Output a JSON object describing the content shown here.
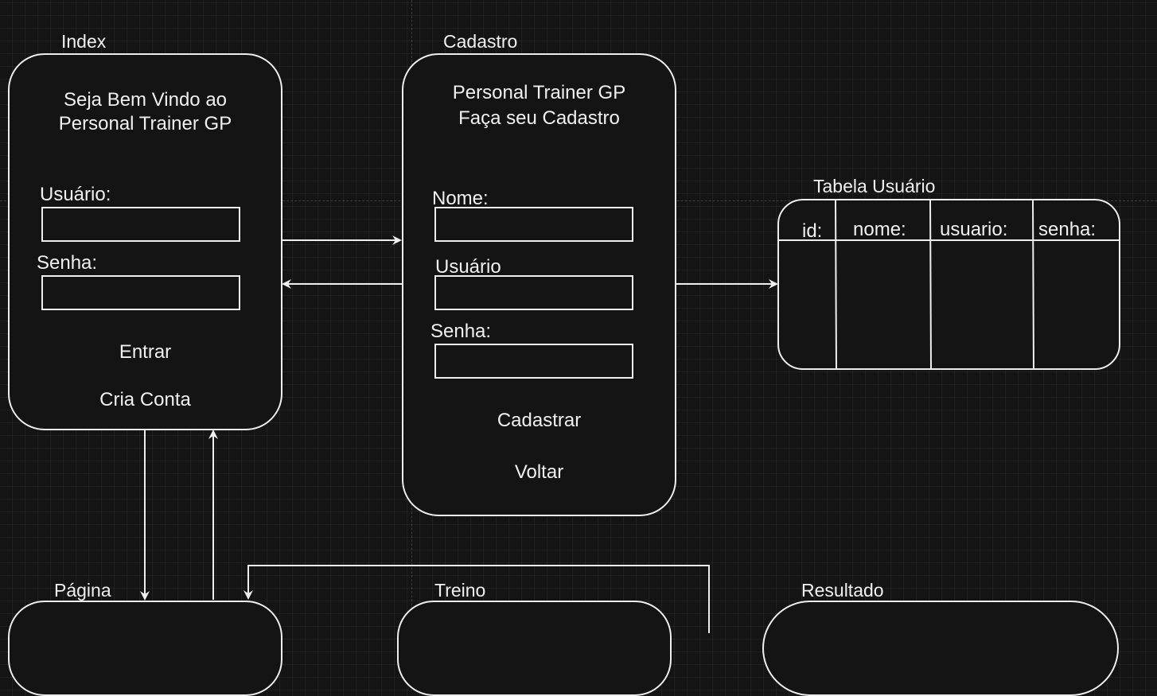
{
  "index": {
    "frame_label": "Index",
    "welcome_line1": "Seja Bem Vindo ao",
    "welcome_line2": "Personal Trainer GP",
    "user_label": "Usuário:",
    "password_label": "Senha:",
    "login_button": "Entrar",
    "create_account_button": "Cria Conta"
  },
  "cadastro": {
    "frame_label": "Cadastro",
    "title_line1": "Personal Trainer GP",
    "title_line2": "Faça seu Cadastro",
    "name_label": "Nome:",
    "user_label": "Usuário",
    "password_label": "Senha:",
    "register_button": "Cadastrar",
    "back_button": "Voltar"
  },
  "tabela": {
    "frame_label": "Tabela Usuário",
    "columns": [
      "id:",
      "nome:",
      "usuario:",
      "senha:"
    ]
  },
  "pagina": {
    "frame_label": "Página"
  },
  "treino": {
    "frame_label": "Treino"
  },
  "resultado": {
    "frame_label": "Resultado"
  },
  "colors": {
    "background": "#141414",
    "stroke": "#eeeeee",
    "text": "#f0f0f0"
  }
}
